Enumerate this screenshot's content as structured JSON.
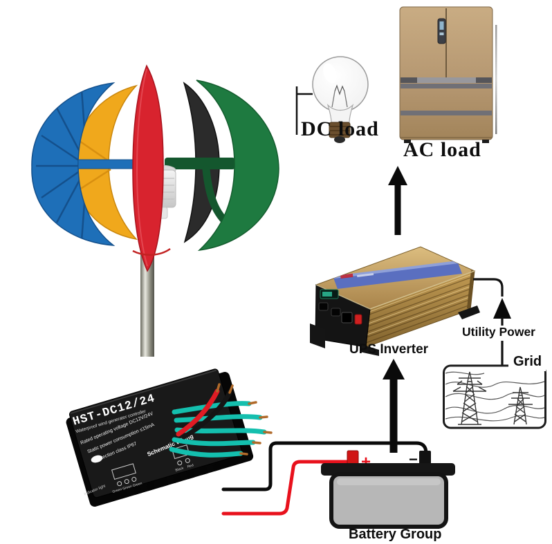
{
  "labels": {
    "dc_load": "DC load",
    "ac_load": "AC load",
    "ups_inverter": "UPS Inverter",
    "utility_power": "Utility Power",
    "grid": "Grid",
    "battery_group": "Battery Group"
  },
  "controller": {
    "model": "HST-DC12/24",
    "subtitle": "Waterproof wind generator controller",
    "spec1": "Rated operating voltage    DC12V/24V",
    "spec2": "Static power consumption    ≤15mA",
    "spec3": "Protection class         IP67",
    "wiring_title": "Schematic Wiring",
    "indicator_label": "Indicator light",
    "green_wires_label": "Green Green Green",
    "black_wire_label": "Black",
    "red_wire_label": "Red"
  },
  "battery": {
    "plus": "+",
    "minus": "−"
  },
  "colors": {
    "blade_blue": "#1e6fb8",
    "blade_yellow": "#f0a81c",
    "blade_red": "#d8232e",
    "blade_black": "#2b2b2b",
    "blade_green": "#1e7a40",
    "inverter_gold": "#c9a75f",
    "inverter_stripe_blue": "#5a6fc0",
    "wire_teal": "#14bfae",
    "wire_red": "#e8111c",
    "wire_black": "#111111",
    "fridge_bronze": "#b49670",
    "battery_gray": "#b7b7b7"
  }
}
